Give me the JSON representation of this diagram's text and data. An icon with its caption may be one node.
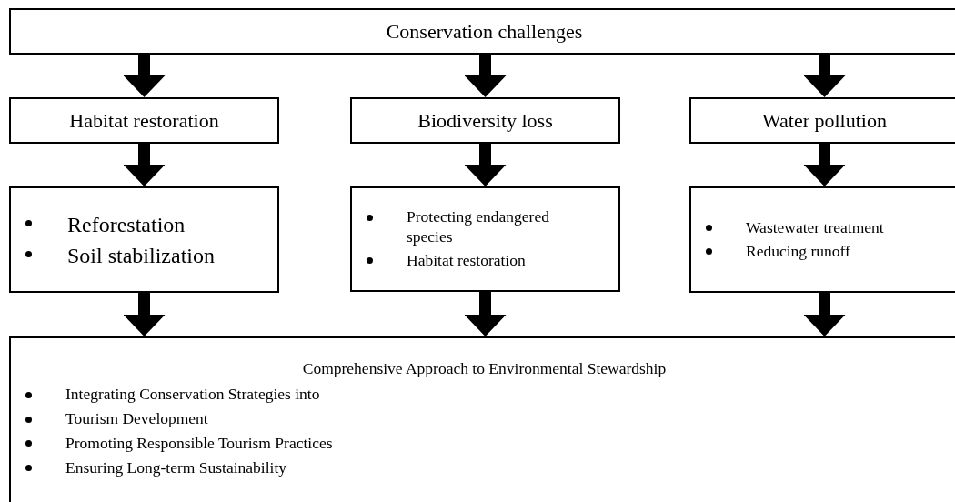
{
  "diagram": {
    "nodes": [
      {
        "text": [
          "Conservation challenges"
        ]
      },
      {
        "text": [
          "Habitat restoration"
        ]
      },
      {
        "text": [
          "Biodiversity loss"
        ]
      },
      {
        "text": [
          "Water pollution"
        ]
      },
      {
        "text": [
          "Reforestation",
          "Soil stabilization"
        ]
      },
      {
        "text": [
          "Protecting endangered species",
          "Habitat restoration"
        ]
      },
      {
        "text": [
          "Wastewater treatment",
          "Reducing runoff"
        ]
      },
      {
        "text": [
          "Comprehensive Approach to Environmental Stewardship",
          "Integrating Conservation Strategies into",
          "Tourism Development",
          "Promoting Responsible Tourism Practices",
          "Ensuring Long-term Sustainability"
        ]
      }
    ],
    "edges": [
      {
        "from": 0,
        "to": 1,
        "arrow": "to"
      },
      {
        "from": 0,
        "to": 2,
        "arrow": "to"
      },
      {
        "from": 0,
        "to": 3,
        "arrow": "to"
      },
      {
        "from": 1,
        "to": 4,
        "arrow": "to"
      },
      {
        "from": 2,
        "to": 5,
        "arrow": "to"
      },
      {
        "from": 3,
        "to": 6,
        "arrow": "to"
      },
      {
        "from": 4,
        "to": 7,
        "arrow": "to"
      },
      {
        "from": 5,
        "to": 7,
        "arrow": "to"
      },
      {
        "from": 6,
        "to": 7,
        "arrow": "to"
      }
    ]
  }
}
